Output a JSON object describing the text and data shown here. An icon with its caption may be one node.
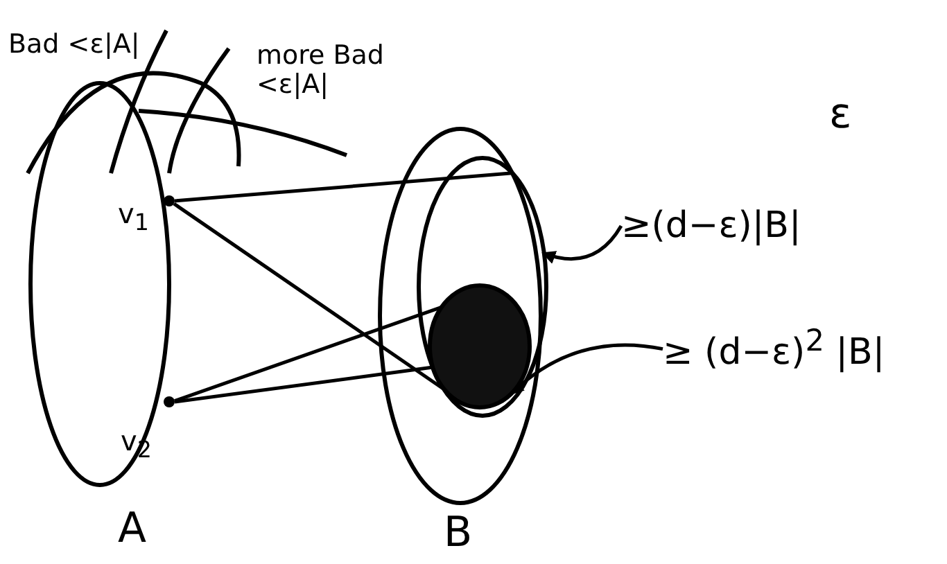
{
  "diagram": {
    "nodes": [
      {
        "text": [
          "A"
        ]
      },
      {
        "text": [
          "v$_{1}$"
        ],
        "in": 0
      },
      {
        "text": [
          "v$_{2}$"
        ],
        "in": 0
      },
      {
        "text": [
          "B"
        ]
      },
      {
        "text": [],
        "shape": "ellipse",
        "in": 3
      },
      {
        "text": [],
        "shape": "ellipse",
        "in": 4
      },
      {
        "text": [
          "≥(d−ε)|B|"
        ]
      },
      {
        "text": [
          "≥ (d−ε)$^{2}$ |B|"
        ]
      }
    ],
    "edges": [
      {
        "from": 1,
        "to": 4,
        "arrow": "none"
      },
      {
        "from": 1,
        "to": 5,
        "arrow": "none"
      },
      {
        "from": 2,
        "to": 5,
        "arrow": "none"
      },
      {
        "from": 2,
        "to": 5,
        "arrow": "none"
      },
      {
        "from": 6,
        "to": 4,
        "arrow": "to"
      },
      {
        "from": 7,
        "to": 5,
        "arrow": "to"
      }
    ],
    "labels": [
      "Bad <ε|A|",
      "more Bad <ε|A|",
      "ε"
    ]
  }
}
